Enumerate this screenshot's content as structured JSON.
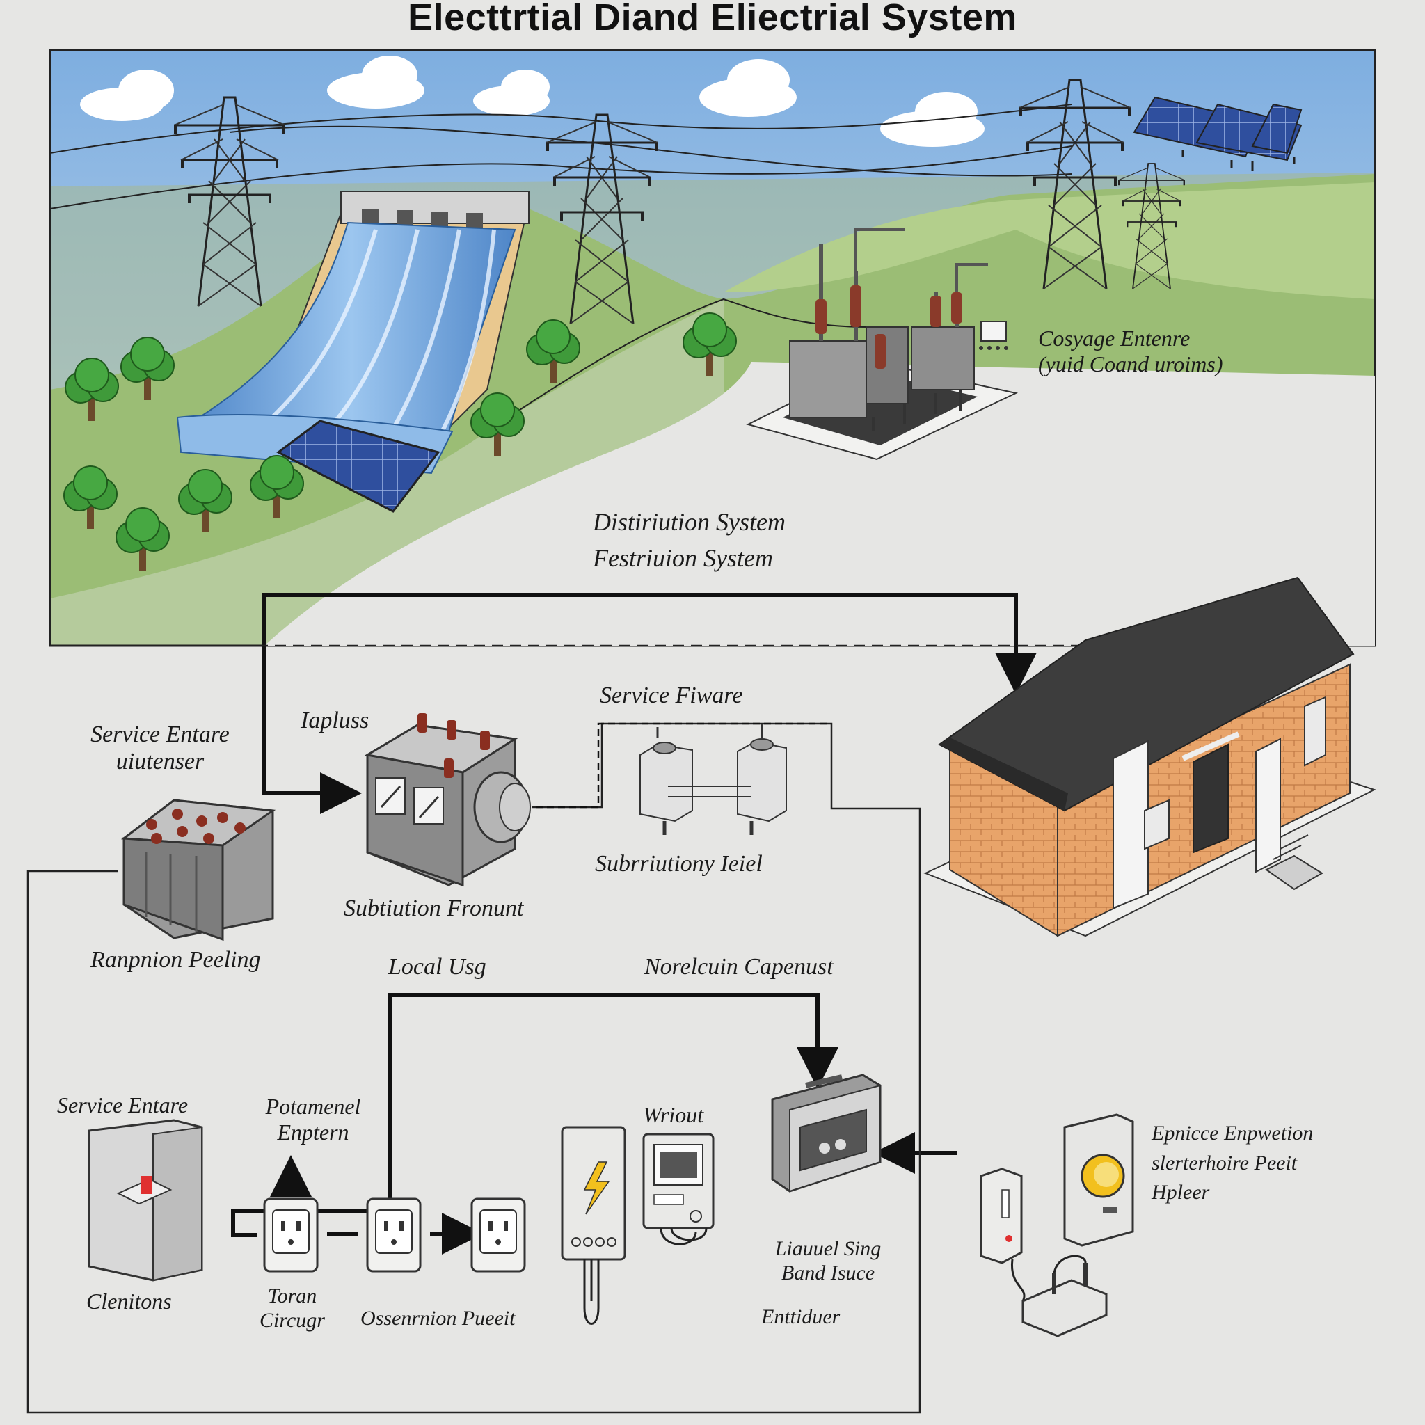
{
  "title": "Electtrtial Diand  Eliectrial System",
  "colors": {
    "background": "#e6e6e4",
    "sky": "#a9c9ea",
    "grass": "#9bbd75",
    "water": "#6fa6dc",
    "solar": "#2f4f9e",
    "house_wall": "#e8a46a",
    "roof": "#3d3d3d",
    "equipment": "#8a8a8a",
    "accent_red": "#e03030",
    "bolt_yellow": "#f2c01e",
    "line": "#111111"
  },
  "labels": {
    "substation_top": {
      "line1": "Cosyage Entenre",
      "line2": "(yuid Coand uroims)"
    },
    "distribution": {
      "line1": "Distiriution System",
      "line2": "Festriuion  System"
    },
    "service_entrance_top": {
      "line1": "Service Entare",
      "line2": "uiutenser"
    },
    "iapluss": "Iapluss",
    "service_fixture": "Service Fiware",
    "rapnion_peeling": "Ranpnion Peeling",
    "subriutiony_ielel": "Subrriutiony Ieiel",
    "subtiution_fronunt": "Subtiution Fronunt",
    "local_usg": "Local Usg",
    "norelcuin_capenust": "Norelcuin Capenust",
    "service_entare_bottom": "Service Entare",
    "potamenel": {
      "line1": "Potamenel",
      "line2": "Enptern"
    },
    "wriout": "Wriout",
    "clenitons": "Clenitons",
    "toran_circugr": {
      "line1": "Toran",
      "line2": "Circugr"
    },
    "ossenrnion_pueeit": "Ossenrnion Pueeit",
    "liauuel_sing": {
      "line1": "Liauuel Sing",
      "line2": "Band Isuce"
    },
    "enttiduer": "Enttiduer",
    "epnicce": {
      "line1": "Epnicce Enpwetion",
      "line2": "slerterhoire Peeit",
      "line3": "Hpleer"
    }
  },
  "icons": [
    "transmission-tower-icon",
    "hydro-dam-icon",
    "solar-panel-icon",
    "tree-icon",
    "substation-icon",
    "transformer-icon",
    "switchgear-icon",
    "house-icon",
    "electrical-outlet-icon",
    "meter-icon",
    "lightning-bolt-icon",
    "breaker-panel-icon"
  ]
}
